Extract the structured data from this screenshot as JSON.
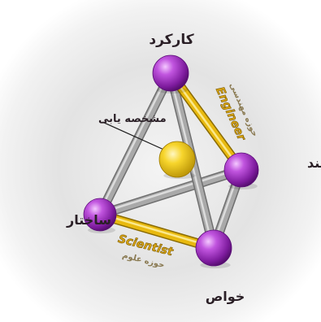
{
  "labels": {
    "top": "کارکرد",
    "right": "فرایند",
    "left": "ساختار",
    "bottom": "خواص",
    "center": "مشخصه یابی"
  },
  "domains": {
    "engineer": {
      "en": "Engineer",
      "fa": "حوزه مهندسی"
    },
    "scientist": {
      "en": "Scientist",
      "fa": "حوزه علوم"
    }
  },
  "colors": {
    "node": "#b23fd0",
    "node_dark": "#5c0f78",
    "center_node": "#f6d22a",
    "edge_gray": "#a9a9a9",
    "edge_yellow": "#e8b90f"
  }
}
